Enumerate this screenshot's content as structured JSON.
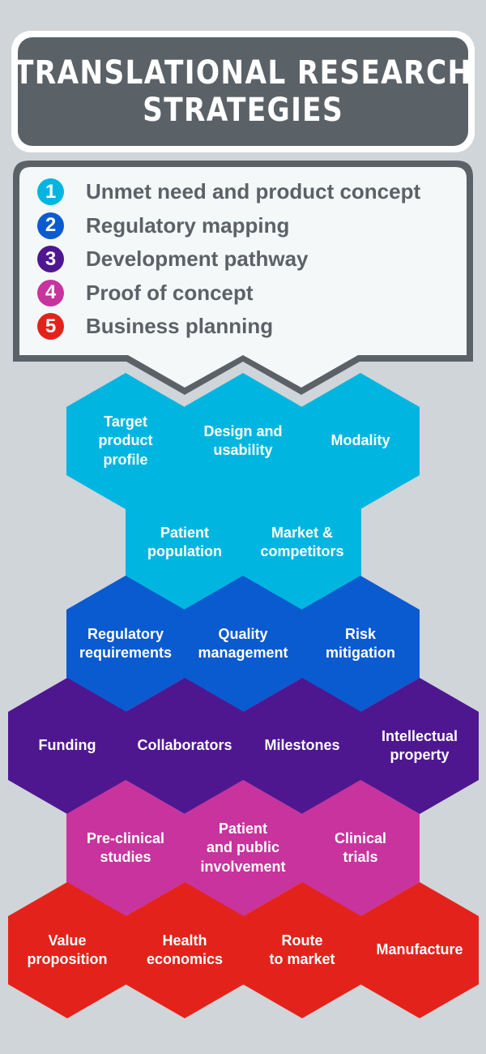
{
  "title": {
    "line1": "TRANSLATIONAL RESEARCH",
    "line2": "STRATEGIES"
  },
  "colors": {
    "background": "#cfd5d9",
    "title_box": "#5b6267",
    "legend_text": "#5b6267",
    "category_1": "#00b6e0",
    "category_2": "#0a5ad0",
    "category_3": "#4e1790",
    "category_4": "#c8339e",
    "category_5": "#e3231b"
  },
  "legend": [
    {
      "number": "1",
      "label": "Unmet need and product concept",
      "color": "#00b6e0"
    },
    {
      "number": "2",
      "label": "Regulatory mapping",
      "color": "#0a5ad0"
    },
    {
      "number": "3",
      "label": "Development pathway",
      "color": "#4e1790"
    },
    {
      "number": "4",
      "label": "Proof of concept",
      "color": "#c8339e"
    },
    {
      "number": "5",
      "label": "Business planning",
      "color": "#e3231b"
    }
  ],
  "hexagons": [
    {
      "label": "Target\nproduct\nprofile",
      "category": 1
    },
    {
      "label": "Design and\nusability",
      "category": 1
    },
    {
      "label": "Modality",
      "category": 1
    },
    {
      "label": "Patient\npopulation",
      "category": 1
    },
    {
      "label": "Market &\ncompetitors",
      "category": 1
    },
    {
      "label": "Regulatory\nrequirements",
      "category": 2
    },
    {
      "label": "Quality\nmanagement",
      "category": 2
    },
    {
      "label": "Risk\nmitigation",
      "category": 2
    },
    {
      "label": "Funding",
      "category": 3
    },
    {
      "label": "Collaborators",
      "category": 3
    },
    {
      "label": "Milestones",
      "category": 3
    },
    {
      "label": "Intellectual\nproperty",
      "category": 3
    },
    {
      "label": "Pre-clinical\nstudies",
      "category": 4
    },
    {
      "label": "Patient\nand public\ninvolvement",
      "category": 4
    },
    {
      "label": "Clinical\ntrials",
      "category": 4
    },
    {
      "label": "Value\nproposition",
      "category": 5
    },
    {
      "label": "Health\neconomics",
      "category": 5
    },
    {
      "label": "Route\nto market",
      "category": 5
    },
    {
      "label": "Manufacture",
      "category": 5
    }
  ]
}
